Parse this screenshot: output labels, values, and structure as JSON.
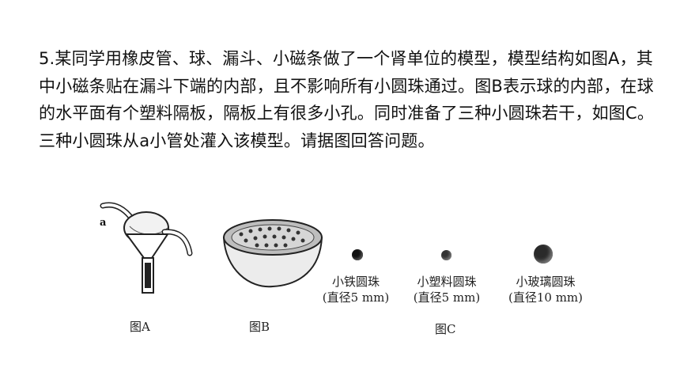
{
  "question": {
    "text": "5.某同学用橡皮管、球、漏斗、小磁条做了一个肾单位的模型，模型结构如图A，其中小磁条贴在漏斗下端的内部，且不影响所有小圆珠通过。图B表示球的内部，在球的水平面有个塑料隔板，隔板上有很多小孔。同时准备了三种小圆珠若干，如图C。三种小圆珠从a小管处灌入该模型。请据图回答问题。"
  },
  "figure_a": {
    "caption": "图A",
    "pointer_label": "a"
  },
  "figure_b": {
    "caption": "图B"
  },
  "figure_c": {
    "caption": "图C",
    "beads": [
      {
        "name": "小铁圆珠",
        "spec": "(直径5 mm)",
        "color": "#1a1a1a"
      },
      {
        "name": "小塑料圆珠",
        "spec": "(直径5 mm)",
        "color": "#3a3a3a"
      },
      {
        "name": "小玻璃圆珠",
        "spec": "(直径10 mm)",
        "color": "#2a2a2a"
      }
    ]
  }
}
